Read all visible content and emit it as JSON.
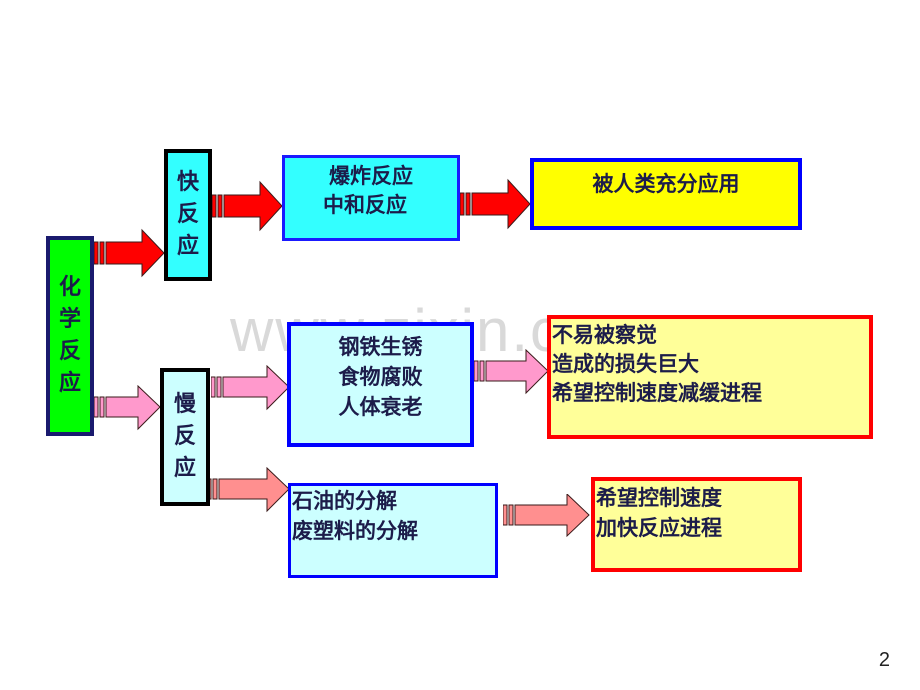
{
  "watermark": "www.zixin.com.cn",
  "page_number": "2",
  "root": {
    "chars": [
      "化",
      "学",
      "反",
      "应"
    ]
  },
  "fast": {
    "label_chars": [
      "快",
      "反",
      "应"
    ],
    "examples": [
      "爆炸反应",
      "中和反应"
    ],
    "outcome": [
      "被人类充分应用"
    ]
  },
  "slow": {
    "label_chars": [
      "慢",
      "反",
      "应"
    ],
    "branch_a": {
      "examples": [
        "钢铁生锈",
        "食物腐败",
        "人体衰老"
      ],
      "outcome": [
        "不易被察觉",
        "造成的损失巨大",
        "希望控制速度减缓进程"
      ]
    },
    "branch_b": {
      "examples": [
        "石油的分解",
        "废塑料的分解"
      ],
      "outcome": [
        "希望控制速度",
        "加快反应进程"
      ]
    }
  },
  "colors": {
    "root_fill": "#00ff00",
    "fast_fill": "#33ffff",
    "slow_fill": "#ccffff",
    "yellow_fill": "#ffff00",
    "pale_yellow_fill": "#ffff99",
    "red_arrow": "#ff0000",
    "pink_arrow": "#ff99cc",
    "salmon_arrow": "#ff8f8f",
    "blue_border": "#0000ff",
    "red_border": "#ff0000",
    "dark_border": "#000000"
  }
}
